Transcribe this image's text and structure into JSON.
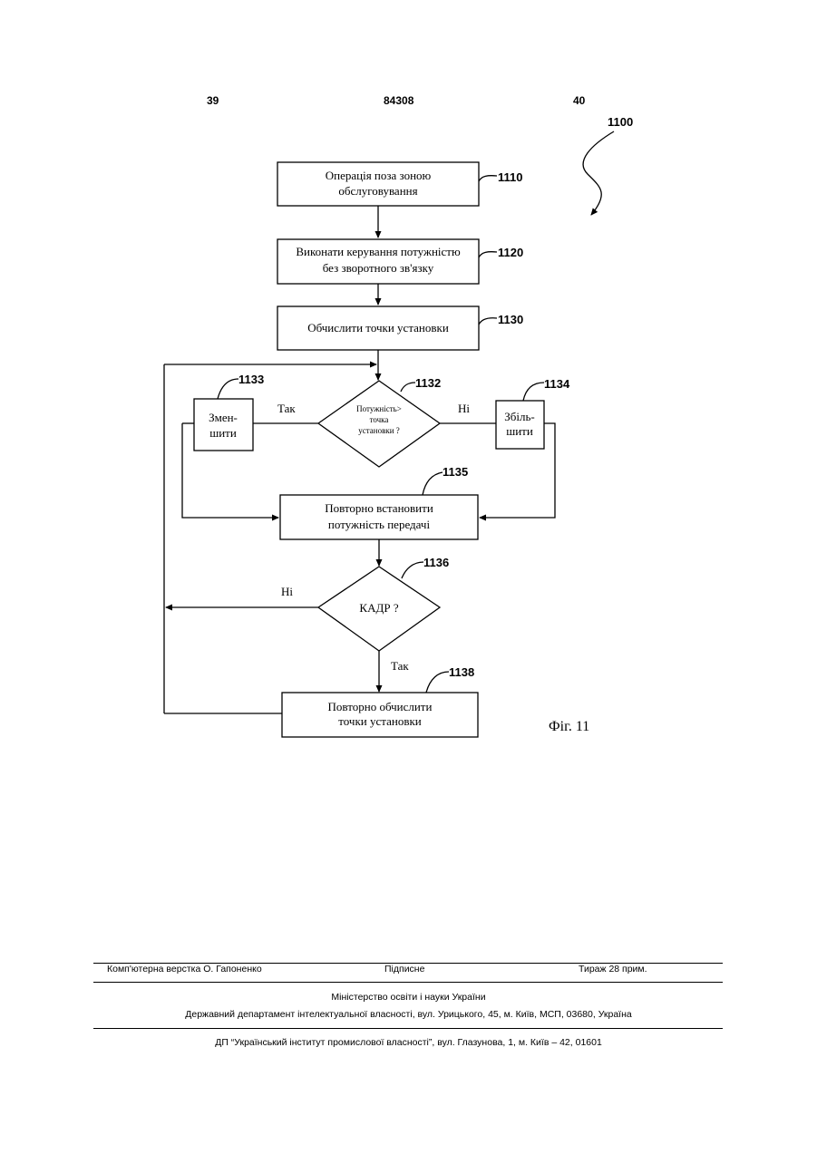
{
  "header": {
    "page_left": "39",
    "patent_number": "84308",
    "page_right": "40"
  },
  "figure": {
    "number": "1100",
    "caption": "Фіг. 11",
    "blocks": {
      "b1110": {
        "ref": "1110",
        "line1": "Операція поза зоною",
        "line2": "обслуговування"
      },
      "b1120": {
        "ref": "1120",
        "line1": "Виконати керування потужністю",
        "line2": "без зворотного зв'язку"
      },
      "b1130": {
        "ref": "1130",
        "line1": "Обчислити точки установки"
      },
      "b1132": {
        "ref": "1132",
        "line1": "Потужність>",
        "line2": "точка",
        "line3": "установки ?"
      },
      "b1133": {
        "ref": "1133",
        "line1": "Змен-",
        "line2": "шити"
      },
      "b1134": {
        "ref": "1134",
        "line1": "Збіль-",
        "line2": "шити"
      },
      "b1135": {
        "ref": "1135",
        "line1": "Повторно встановити",
        "line2": "потужність передачі"
      },
      "b1136": {
        "ref": "1136",
        "line1": "КАДР ?"
      },
      "b1138": {
        "ref": "1138",
        "line1": "Повторно обчислити",
        "line2": "точки установки"
      }
    },
    "labels": {
      "yes_1132": "Так",
      "no_1132": "Ні",
      "no_1136": "Ні",
      "yes_1136": "Так"
    }
  },
  "footer": {
    "layout": "Комп'ютерна верстка О. Гапоненко",
    "signed": "Підписне",
    "circulation": "Тираж 28 прим.",
    "ministry": "Міністерство освіти і науки України",
    "department": "Державний департамент інтелектуальної власності, вул. Урицького, 45, м. Київ, МСП, 03680, Україна",
    "institute": "ДП “Український інститут промислової власності”, вул. Глазунова, 1, м. Київ – 42, 01601"
  }
}
